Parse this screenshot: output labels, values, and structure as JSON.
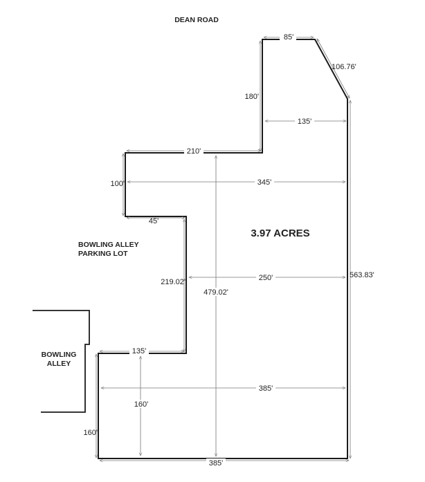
{
  "labels": {
    "road": "DEAN ROAD",
    "area": "3.97 ACRES",
    "parking_line1": "BOWLING ALLEY",
    "parking_line2": "PARKING LOT",
    "building_line1": "BOWLING",
    "building_line2": "ALLEY"
  },
  "dimensions": {
    "top": "85'",
    "diagonal": "106.76'",
    "upper_left_vertical": "180'",
    "upper_width": "135'",
    "mid_top": "210'",
    "mid_left_vertical": "100'",
    "mid_width": "345'",
    "step": "45'",
    "lower_left_vertical": "219.02'",
    "lower_width": "250'",
    "center_depth": "479.02'",
    "right_side": "563.83'",
    "bottom_step": "135'",
    "inner_vertical": "160'",
    "bottom_width": "385'",
    "bottom_left_vertical": "160'",
    "base": "385'"
  }
}
